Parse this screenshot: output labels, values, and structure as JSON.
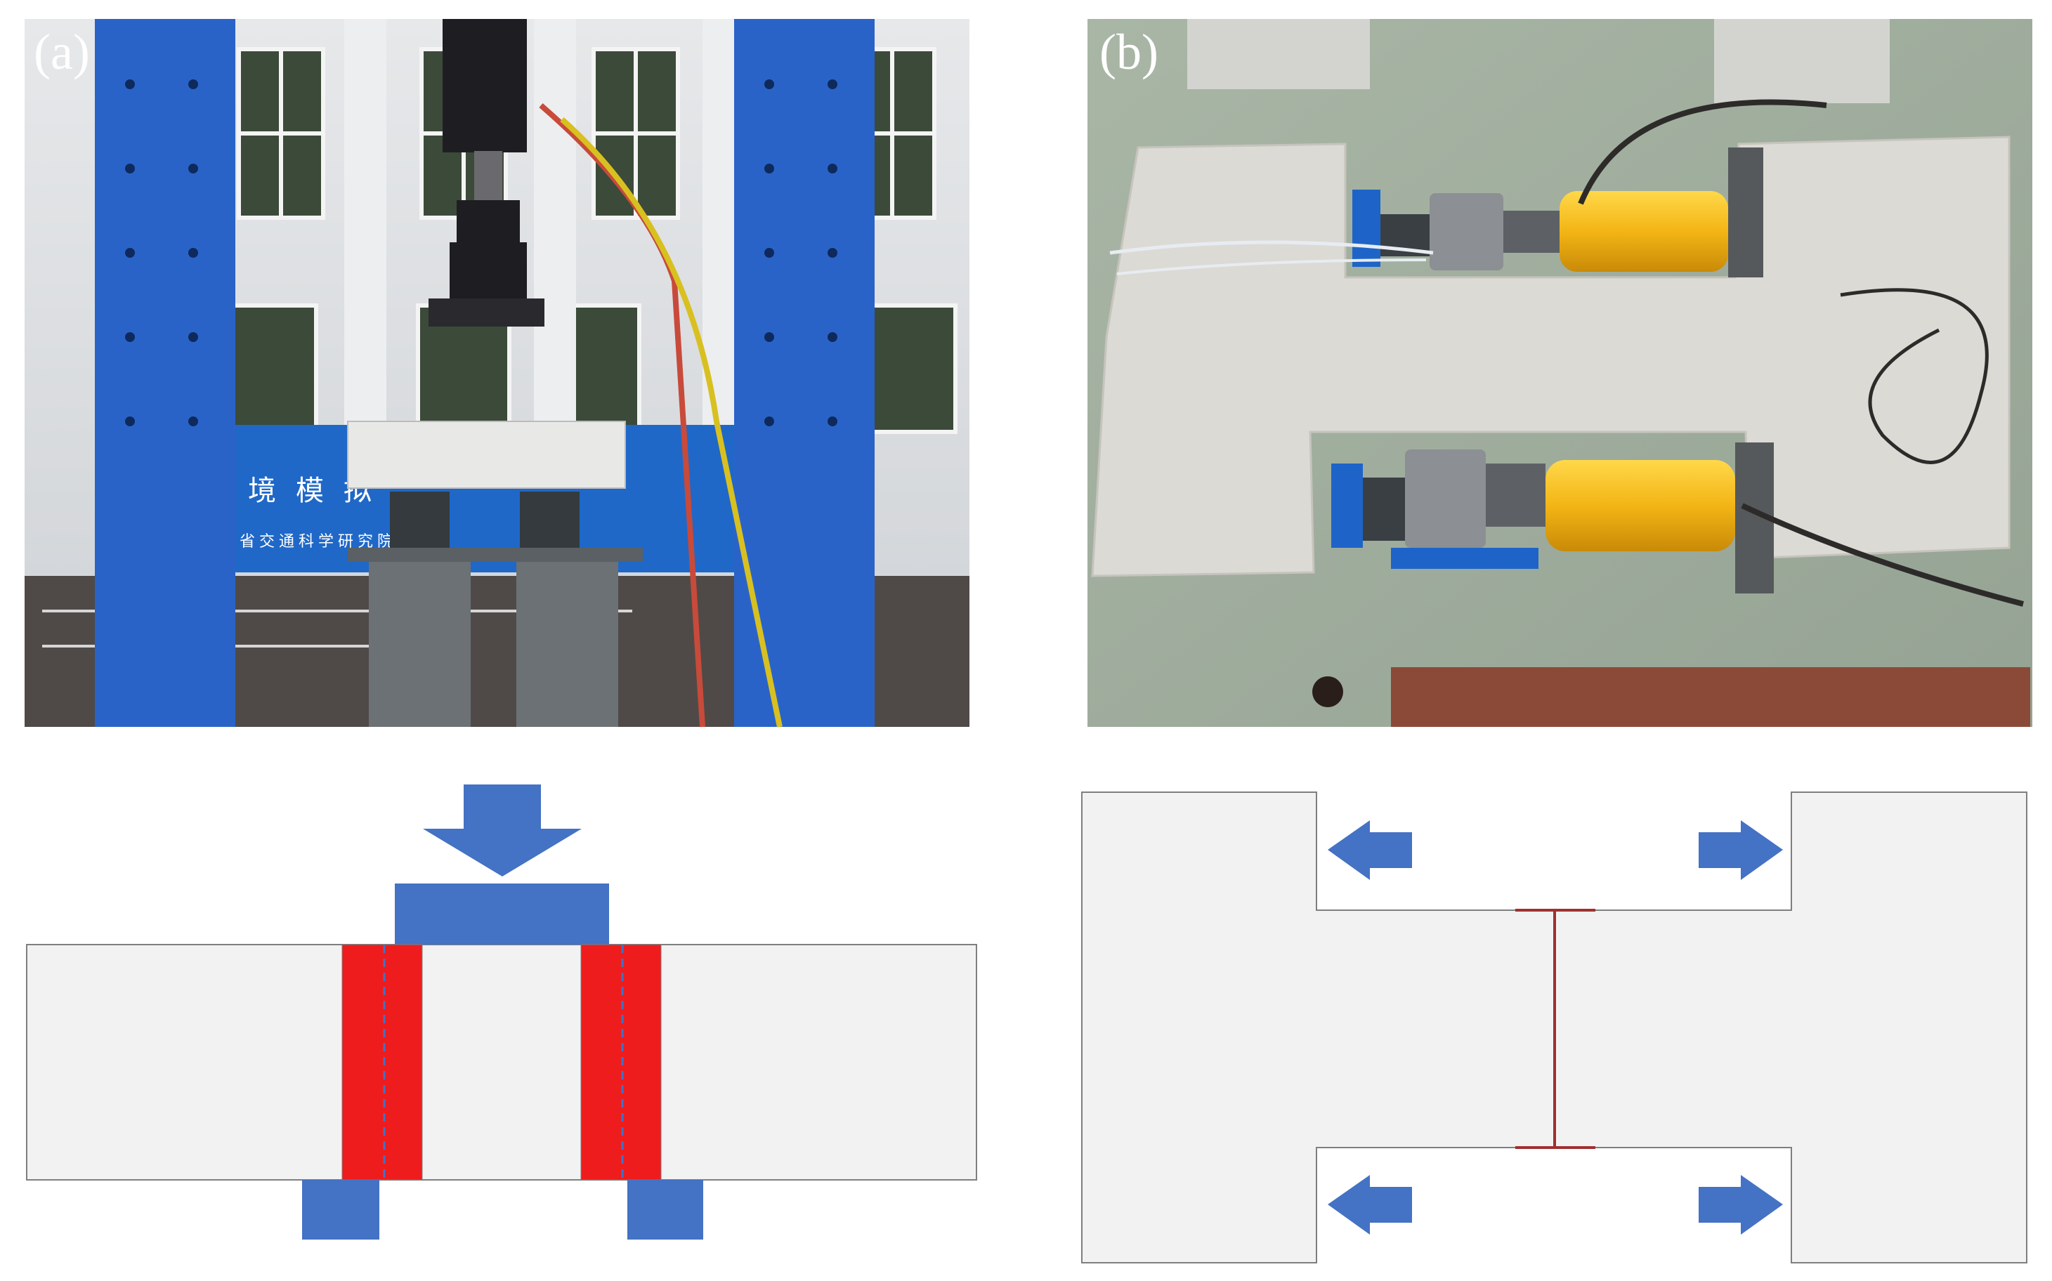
{
  "panels": {
    "a": {
      "label": "(a)"
    },
    "b": {
      "label": "(b)"
    }
  },
  "photo_a": {
    "sign_main": "环境模拟",
    "sign_sub": "浙江省交通科学研究院"
  },
  "colors": {
    "frame_blue": "#2a63c8",
    "arrow_blue": "#4472c4",
    "pad_red": "#ee1c1c",
    "specimen_fill": "#f2f2f2",
    "specimen_stroke": "#7f7f7f",
    "steel_plate": "#a03030",
    "concrete": "#dcdad4",
    "jack_yellow": "#f5c21c"
  }
}
